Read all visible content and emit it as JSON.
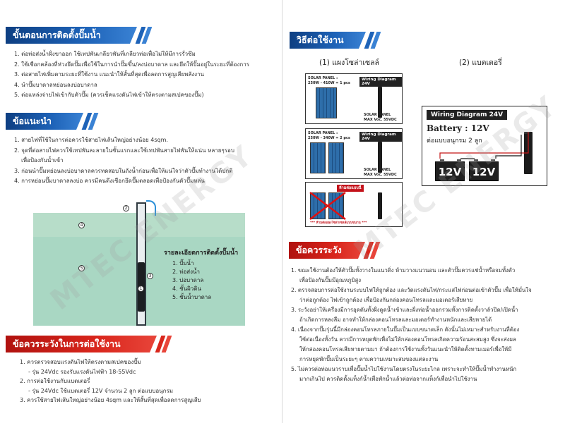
{
  "left": {
    "install_title": "ขั้นตอนการติดตั้งปั๊มน้ำ",
    "install_steps": [
      "1. ต่อท่อส่งน้ำฝั่งขาออก ใช้เทปพันเกลียวพันที่เกลียวท่อเพื่อไม่ให้มีการรั่วซึม",
      "2. ใช้เชือกคล้องที่ห่วงยึดปั๊มเพื่อใช้ในการนำปั๊มขึ้น/ลงบ่อบาดาล และยึดให้ปั๊มอยู่ในระยะที่ต้องการ",
      "3. ต่อสายไฟเพิ่มตามระยะที่ใช้งาน แนะนำให้สั้นที่สุดเพื่อลดการสูญเสียพลังงาน",
      "4. นำปั๊มบาดาลหย่อนลงบ่อบาดาล",
      "5. ต่อแหล่งจ่ายไฟเข้ากับตัวปั๊ม (ควรเช็คแรงดันไฟเข้าให้ตรงตามสเปคของปั๊ม)"
    ],
    "advice_title": "ข้อแนะนำ",
    "advice_items": [
      "1. สายไฟที่ใช้ในการต่อควรใช้สายไฟเส้นใหญ่อย่างน้อย 4sqm.",
      "2. จุดที่ต่อสายไฟควรใช้เทปพันละลายในชั้นแรกและใช้เทปพันสายไฟพันให้แน่น หลายๆรอบ",
      "เพื่อป้องกันน้ำเข้า",
      "3. ก่อนนำปั๊มหย่อนลงบ่อบาดาลควรทดสอบในถังน้ำก่อนเพื่อให้แน่ใจว่าตัวปั๊มทำงานได้ปกติ",
      "4. การหย่อนปั๊มบาดาลลงบ่อ ควรมีคนดึงเชือกยึดปั๊มตลอดเพื่อป้องกันตัวปั๊มหล่น"
    ],
    "diagram_title": "รายละเอียดการติดตั้งปั๊มน้ำ",
    "diagram_legend": [
      "1. ปั๊มน้ำ",
      "2. ท่อส่งน้ำ",
      "3. บ่อบาดาล",
      "4. ชั้นผิวดิน",
      "5. ชั้นน้ำบาดาล"
    ],
    "diagram_markers": [
      "1",
      "2",
      "3",
      "4",
      "5"
    ],
    "caution_title": "ข้อควรระวังในการต่อใช้งาน",
    "caution_items": [
      "1. ควรตรวจสอบแรงดันไฟให้ตรงตามสเปคของปั๊ม",
      "- รุ่น 24Vdc รองรับแรงดันไฟฟ้า 18-55Vdc",
      "2. การต่อใช้งานกับแบตเตอรี่",
      "- รุ่น 24Vdc ใช้แบตเตอรี่ 12V จำนวน 2 ลูก ต่อแบบอนุกรม",
      "3. ควรใช้สายไฟเส้นใหญ่อย่างน้อย 4sqm และให้สั้นที่สุดเพื่อลดการสูญเสีย"
    ]
  },
  "right": {
    "usage_title": "วิธีต่อใช้งาน",
    "solar_label": "(1) แผงโซล่าเซลล์",
    "battery_label": "(2) แบตเตอรี่",
    "solar_diagram_1": {
      "spec_title": "SOLAR PANEL :",
      "spec_value": "250W - 410W = 1 pcs",
      "badge": "Wiring Diagram 24V",
      "footer": "SOLAR PANEL",
      "footer2": "MAX Voc. 55VDC"
    },
    "solar_diagram_2": {
      "spec_title": "SOLAR PANEL :",
      "spec_value": "250W - 340W = 2 pcs",
      "badge": "Wiring Diagram 24V",
      "footer": "SOLAR PANEL",
      "footer2": "MAX Voc. 55VDC"
    },
    "solar_diagram_3": {
      "badge": "ห้ามต่อแบบนี้",
      "note": "*** ห้ามต่อแผงโซล่าเซลล์แบบขนาน ***"
    },
    "battery_diagram": {
      "badge": "Wiring Diagram 24V",
      "battery": "Battery : 12V",
      "series": "ต่อแบบอนุกรม 2 ลูก",
      "cell1": "12V",
      "cell2": "12V"
    },
    "warning_title": "ข้อควรระวัง",
    "warning_items": [
      "1. ขณะใช้งานต้องให้ตัวปั๊มทั้งวางในแนวดิ่ง ห้ามวางแนวนอน และตัวปั๊มควรแช่น้ำหรือจมทั้งตัว",
      "เพื่อป้องกันปั๊มมีอุณหภูมิสูง",
      "2. ตรวจสอบการต่อใช้งานระบบไฟให้ถูกต้อง และวัดแรงดันไฟ/กระแสไฟก่อนต่อเข้าตัวปั๊ม เพื่อให้มั่นใจ",
      "ว่าต่อถูกต้อง ไฟเข้าถูกต้อง เพื่อป้องกันกล่องคอนโทรลและมอเตอร์เสียหาย",
      "3. ระวังอย่าให้เครื่องมีการอุดตันทั้งฝั่งดูดน้ำเข้าและฝั่งท่อน้ำออกรวมทั้งการติดตั้งวาล์วปิด/เปิดน้ำ",
      "ถ้าเกิดการหลงลืม อาจทำให้กล่องคอนโทรลและมอเตอร์ทำงานหนักและเสียหายได้",
      "4. เนื่องจากปั๊มรุ่นนี้มีกล่องคอนโทรลภายในปั๊มเป็นแบบขนาดเล็ก ดังนั้นไม่เหมาะสำหรับงานที่ต้อง",
      "ใช้ต่อเนื่องทั้งวัน ควรมีการหยุดพักเพื่อไม่ให้กล่องคอนโทรลเกิดความร้อนสะสมสูง ซึ่งจะส่งผล",
      "ให้กล่องคอนโทรลเสียหายตามมา ถ้าต้องการใช้งานทั้งวันแนะนำให้ติดตั้งทามเมอร์เพื่อให้มี",
      "การหยุดพักปั๊มเป็นระยะๆ ตามความเหมาะสมของแต่ละงาน",
      "5. ไม่ควรต่อท่อแนวราบเพื่อปั๊มน้ำไปใช้งานโดยตรงในระยะไกล เพราะจะทำให้ปั๊มน้ำทำงานหนัก",
      "มากเกินไป ควรติดตั้งแท็งก์น้ำเพื่อพักน้ำแล้วต่อท่อจากแท็งก์เพื่อนำไปใช้งาน"
    ]
  },
  "watermark": "MTEC ENERGY",
  "colors": {
    "blue": "#1e63b8",
    "red": "#d9261c",
    "soil": "#a9d7c3"
  }
}
